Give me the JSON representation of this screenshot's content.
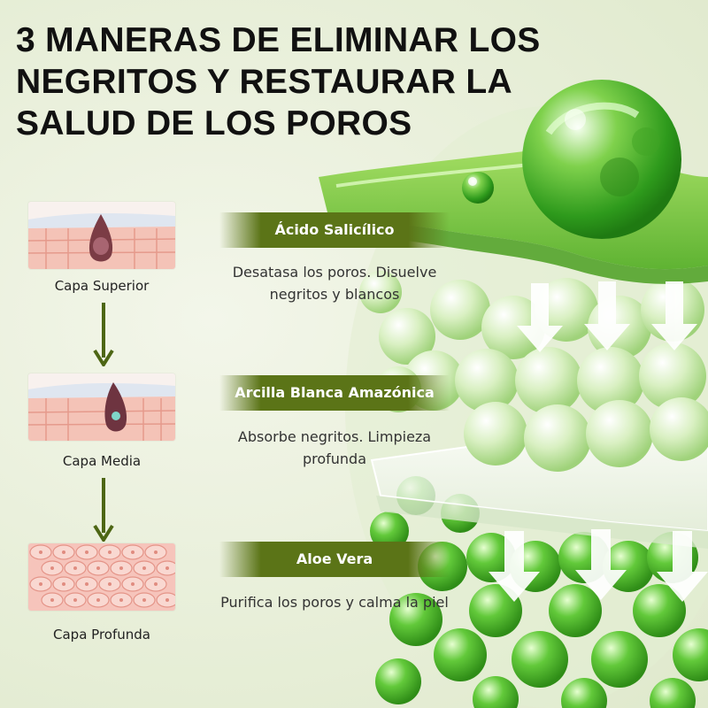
{
  "title": {
    "line1": "3 MANERAS DE ELIMINAR LOS",
    "line2": "NEGRITOS Y RESTAURAR LA",
    "line3": "SALUD DE LOS POROS"
  },
  "layers": [
    {
      "label": "Capa Superior"
    },
    {
      "label": "Capa Media"
    },
    {
      "label": "Capa Profunda"
    }
  ],
  "ingredients": [
    {
      "name": "Ácido Salicílico",
      "description": "Desatasa los poros. Disuelve negritos y blancos"
    },
    {
      "name": "Arcilla Blanca Amazónica",
      "description": "Absorbe negritos. Limpieza profunda"
    },
    {
      "name": "Aloe Vera",
      "description": "Purifica los poros y calma la piel"
    }
  ],
  "colors": {
    "band": "#5b7417",
    "arrow": "#4d6614",
    "gel_green": "#7ccb3c",
    "bead_green": "#5cc03a",
    "skin_pink": "#f1b7ad"
  },
  "icons": {
    "flow_arrow": "down-arrow-icon",
    "product_arrow": "white-down-arrow-icon"
  }
}
